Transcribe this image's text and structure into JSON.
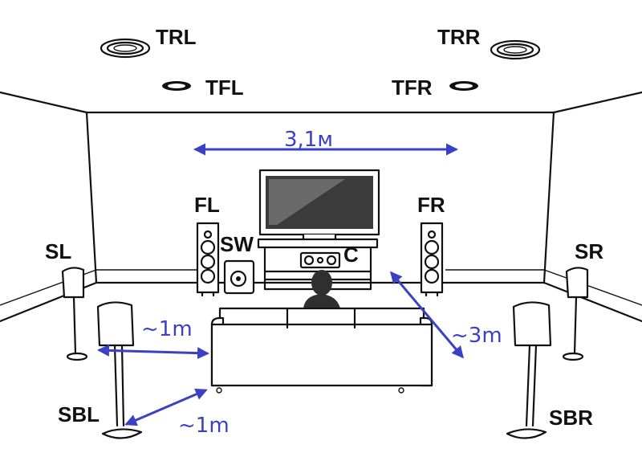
{
  "labels": {
    "trl": "TRL",
    "trr": "TRR",
    "tfl": "TFL",
    "tfr": "TFR",
    "fl": "FL",
    "fr": "FR",
    "sw": "SW",
    "c": "C",
    "sl": "SL",
    "sr": "SR",
    "sbl": "SBL",
    "sbr": "SBR"
  },
  "dimensions": {
    "front_width": "3,1м",
    "sbl_to_sofa": "~1m",
    "sbl_to_corner": "~1m",
    "fr_to_listener": "~3m"
  },
  "colors": {
    "line": "#111111",
    "dimension": "#3a41c4",
    "background": "#ffffff"
  }
}
